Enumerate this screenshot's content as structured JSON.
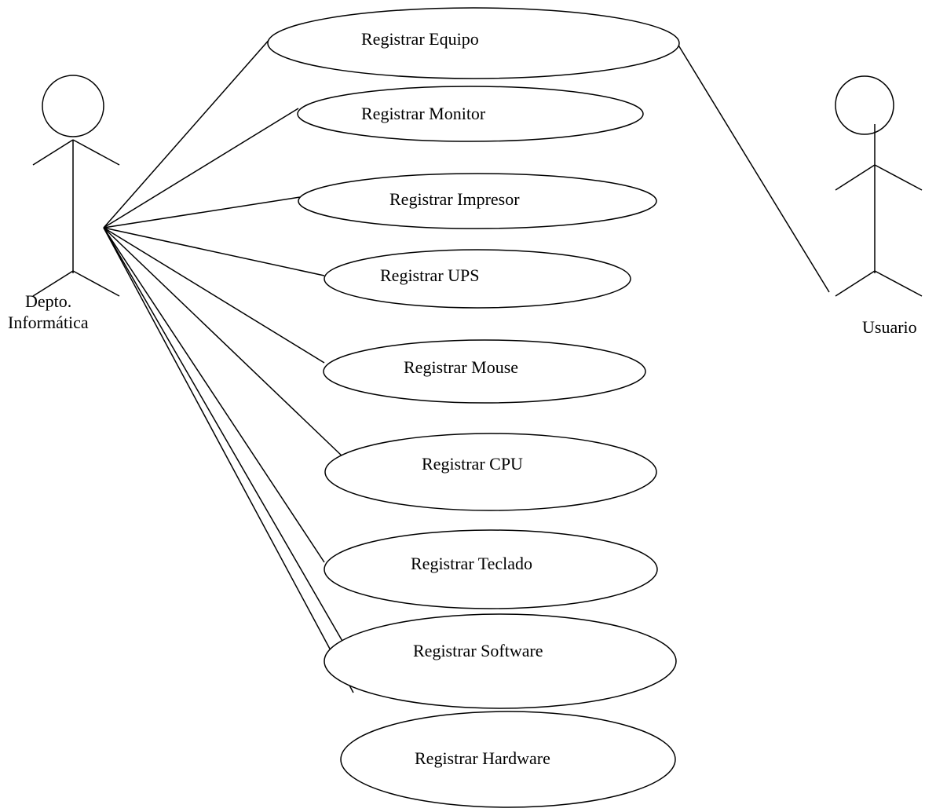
{
  "diagram": {
    "actors": {
      "left": {
        "label_line1": "Depto.",
        "label_line2": "Informática"
      },
      "right": {
        "label": "Usuario"
      }
    },
    "use_cases": [
      {
        "label": "Registrar Equipo"
      },
      {
        "label": "Registrar Monitor"
      },
      {
        "label": "Registrar Impresor"
      },
      {
        "label": "Registrar UPS"
      },
      {
        "label": "Registrar Mouse"
      },
      {
        "label": "Registrar CPU"
      },
      {
        "label": "Registrar Teclado"
      },
      {
        "label": "Registrar Software"
      },
      {
        "label": "Registrar Hardware"
      }
    ]
  }
}
